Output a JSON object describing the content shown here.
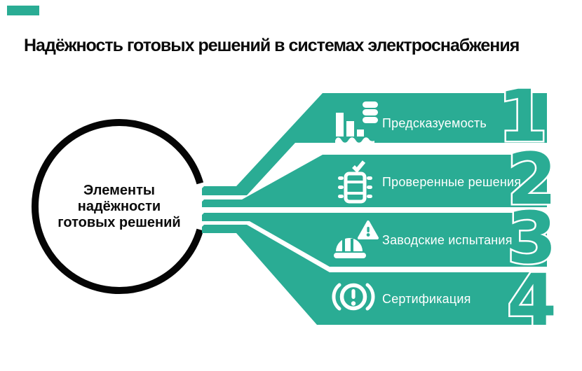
{
  "colors": {
    "accent_teal": "#2AAC94",
    "ink_black": "#0b0b0b",
    "text_on_teal": "#ffffff"
  },
  "header": {
    "title": "Надёжность готовых решений в системах электроснабжения"
  },
  "circle": {
    "text": "Элементы\nнадёжности\nготовых решений"
  },
  "items": [
    {
      "number": "1",
      "label": "Предсказуемость",
      "icon": "bar-chart-database-icon"
    },
    {
      "number": "2",
      "label": "Проверенные решения",
      "icon": "chip-checkmark-icon"
    },
    {
      "number": "3",
      "label": "Заводские испытания",
      "icon": "helmet-warning-icon"
    },
    {
      "number": "4",
      "label": "Сертификация",
      "icon": "alert-circle-icon"
    }
  ]
}
